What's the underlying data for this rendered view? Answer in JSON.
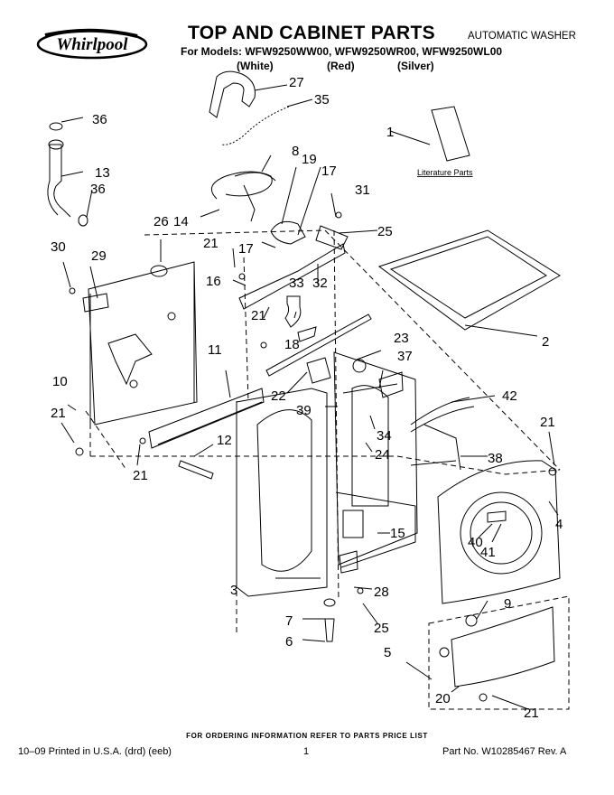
{
  "header": {
    "brand": "Whirlpool",
    "title": "TOP AND CABINET PARTS",
    "models_line": "For Models: WFW9250WW00, WFW9250WR00, WFW9250WL00",
    "colors": [
      "(White)",
      "(Red)",
      "(Silver)"
    ],
    "product_type": "AUTOMATIC WASHER"
  },
  "diagram": {
    "literature_label": "Literature Parts",
    "callouts": [
      "1",
      "2",
      "3",
      "4",
      "5",
      "6",
      "7",
      "8",
      "9",
      "10",
      "11",
      "12",
      "13",
      "14",
      "15",
      "16",
      "17",
      "17",
      "19",
      "20",
      "21",
      "21",
      "21",
      "21",
      "21",
      "21",
      "22",
      "23",
      "24",
      "25",
      "25",
      "26",
      "27",
      "28",
      "29",
      "30",
      "31",
      "32",
      "33",
      "34",
      "35",
      "36",
      "36",
      "37",
      "38",
      "39",
      "40",
      "41",
      "42",
      "18"
    ]
  },
  "footer": {
    "ordering_note": "FOR ORDERING INFORMATION REFER TO PARTS PRICE LIST",
    "printed": "10–09 Printed in U.S.A. (drd) (eeb)",
    "page": "1",
    "part_number": "Part No. W10285467 Rev. A"
  }
}
